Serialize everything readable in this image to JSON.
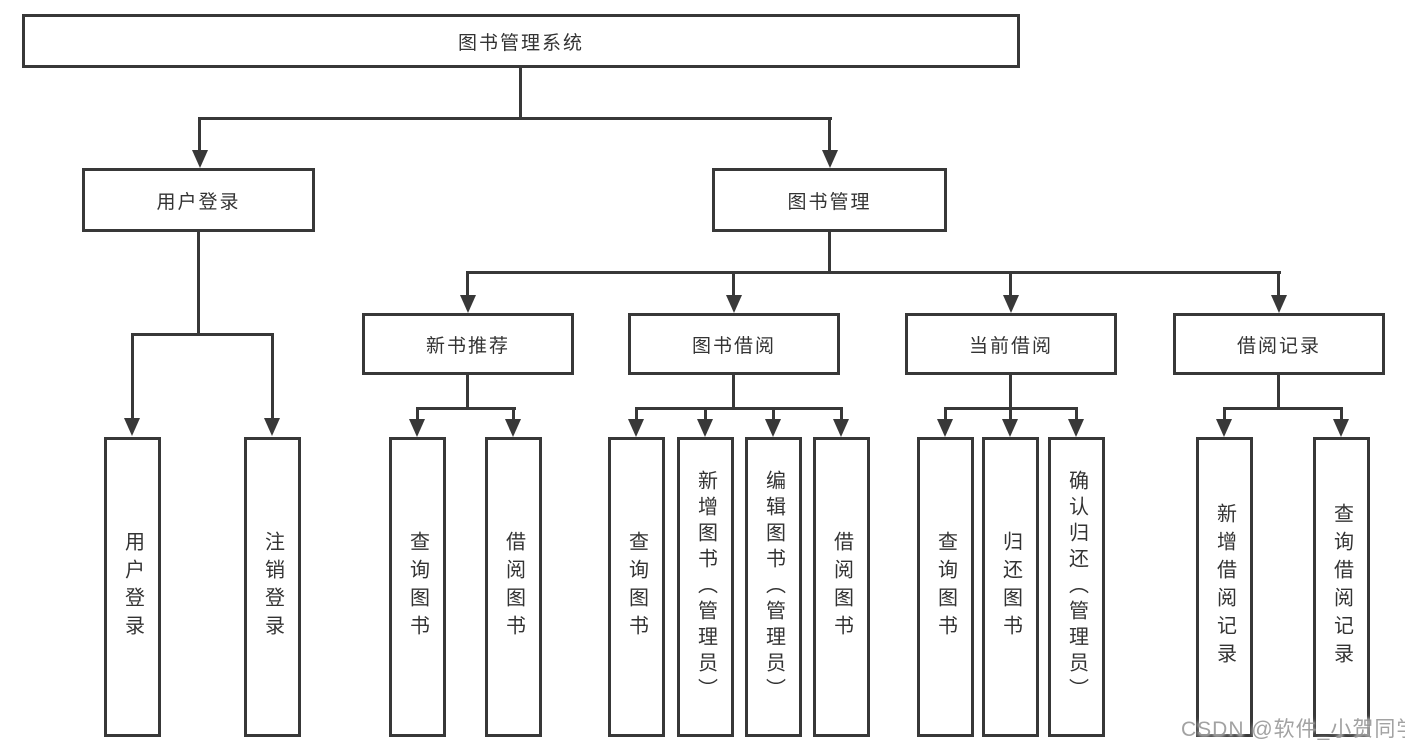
{
  "colors": {
    "line": "#383838",
    "box_border": "#383838",
    "text": "#333333",
    "watermark": "#9b9b9b",
    "background": "#ffffff"
  },
  "watermark": {
    "text": "CSDN @软件_小贺同学"
  },
  "tree": {
    "label": "图书管理系统",
    "children": [
      {
        "label": "用户登录",
        "children": [
          {
            "label": "用户登录"
          },
          {
            "label": "注销登录"
          }
        ]
      },
      {
        "label": "图书管理",
        "children": [
          {
            "label": "新书推荐",
            "children": [
              {
                "label": "查询图书"
              },
              {
                "label": "借阅图书"
              }
            ]
          },
          {
            "label": "图书借阅",
            "children": [
              {
                "label": "查询图书"
              },
              {
                "label": "新增图书（管理员）"
              },
              {
                "label": "编辑图书（管理员）"
              },
              {
                "label": "借阅图书"
              }
            ]
          },
          {
            "label": "当前借阅",
            "children": [
              {
                "label": "查询图书"
              },
              {
                "label": "归还图书"
              },
              {
                "label": "确认归还（管理员）"
              }
            ]
          },
          {
            "label": "借阅记录",
            "children": [
              {
                "label": "新增借阅记录"
              },
              {
                "label": "查询借阅记录"
              }
            ]
          }
        ]
      }
    ]
  }
}
